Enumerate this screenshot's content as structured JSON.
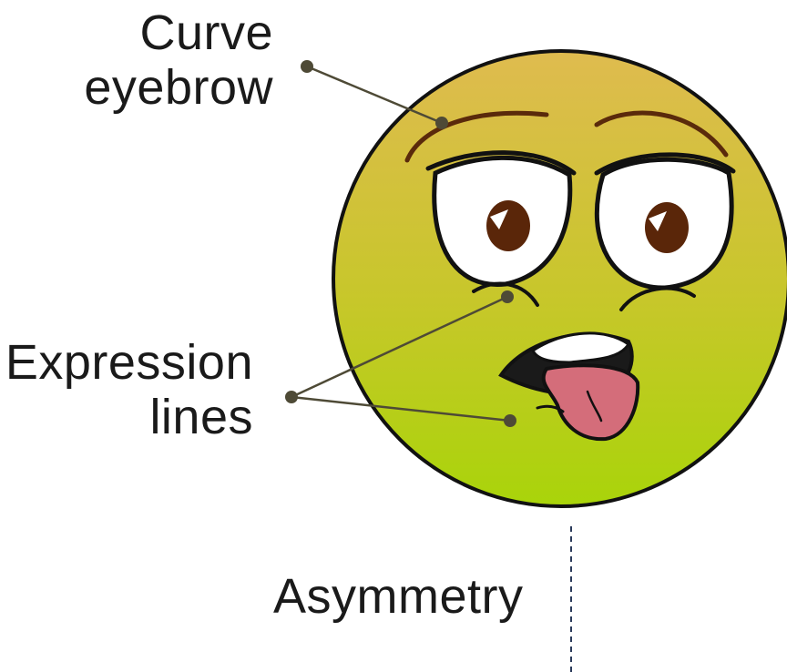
{
  "labels": {
    "curve_eyebrow_line1": "Curve",
    "curve_eyebrow_line2": "eyebrow",
    "expression_lines_line1": "Expression",
    "expression_lines_line2": "lines",
    "asymmetry": "Asymmetry"
  },
  "colors": {
    "face_top": "#dfbb4f",
    "face_bottom": "#a9d40a",
    "outline": "#111111",
    "eyebrow": "#5a2a0b",
    "iris": "#5a2609",
    "tongue": "#d46d7a",
    "mouth": "#1a1a1a",
    "leader_line": "#4e4a36",
    "axis_line": "#2a3a5a"
  },
  "icons": {
    "face": "sick-face-icon"
  }
}
